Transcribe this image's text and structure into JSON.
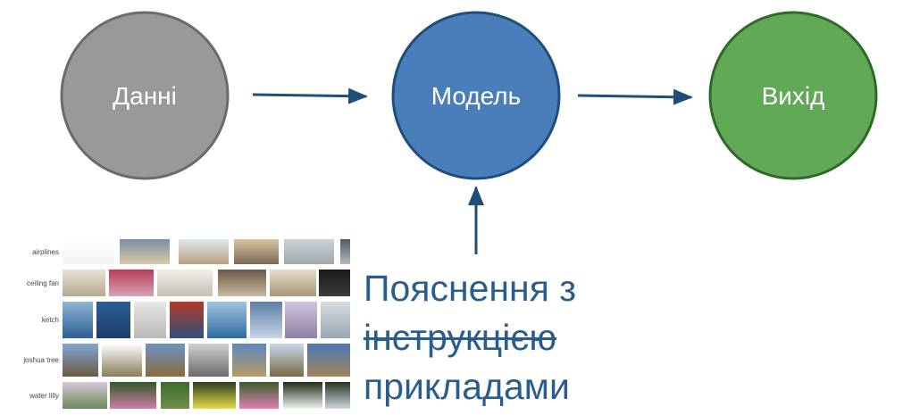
{
  "nodes": {
    "data": {
      "label": "Данні",
      "color": "#999999"
    },
    "model": {
      "label": "Модель",
      "color": "#4a7ebb"
    },
    "output": {
      "label": "Вихід",
      "color": "#62a957"
    }
  },
  "caption": {
    "line1": "Пояснення з",
    "line2_struck": "інструкцією",
    "line3": "прикладами",
    "color": "#2b5d8c"
  },
  "image_grid": {
    "rows": [
      {
        "label": "airplines"
      },
      {
        "label": "ceiling fan"
      },
      {
        "label": "ketch"
      },
      {
        "label": "joshua tree"
      },
      {
        "label": "water lilly"
      }
    ]
  }
}
